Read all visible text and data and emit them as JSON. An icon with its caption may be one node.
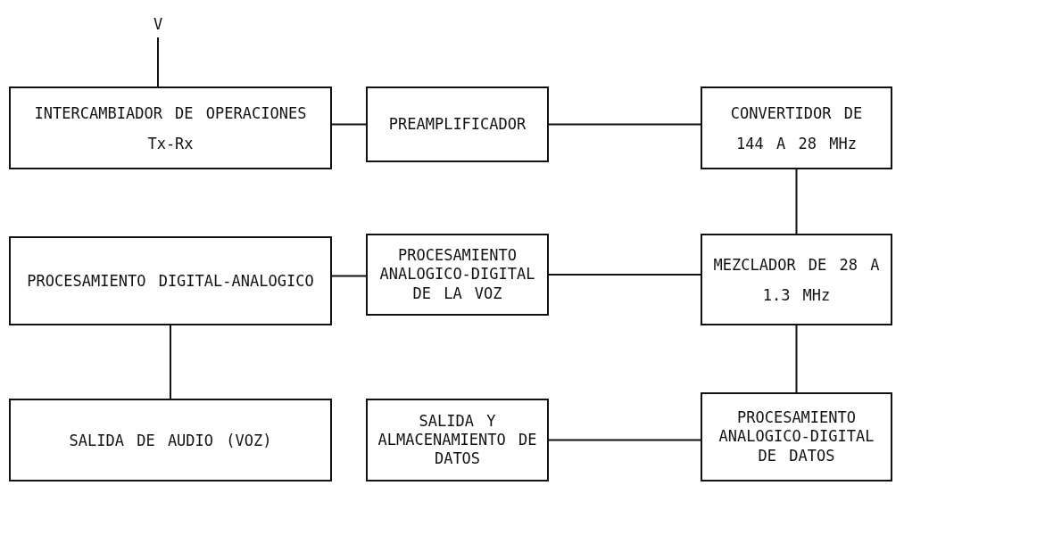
{
  "diagram": {
    "nodes": [
      {
        "text": [
          "V"
        ]
      },
      {
        "text": [
          "INTERCAMBIADOR DE OPERACIONES Tx-Rx"
        ]
      },
      {
        "text": [
          "PREAMPLIFICADOR"
        ]
      },
      {
        "text": [
          "CONVERTIDOR DE 144 A 28 MHz"
        ]
      },
      {
        "text": [
          "PROCESAMIENTO DIGITAL-ANALOGICO"
        ]
      },
      {
        "text": [
          "PROCESAMIENTO ANALOGICO-DIGITAL DE LA VOZ"
        ]
      },
      {
        "text": [
          "MEZCLADOR DE 28 A 1.3 MHz"
        ]
      },
      {
        "text": [
          "SALIDA DE AUDIO (VOZ)"
        ]
      },
      {
        "text": [
          "SALIDA Y ALMACENAMIENTO DE DATOS"
        ]
      },
      {
        "text": [
          "PROCESAMIENTO ANALOGICO-DIGITAL DE DATOS"
        ]
      }
    ],
    "edges": [
      {
        "from": 0,
        "to": 1,
        "arrow": "none"
      },
      {
        "from": 1,
        "to": 2,
        "arrow": "none"
      },
      {
        "from": 2,
        "to": 3,
        "arrow": "none"
      },
      {
        "from": 3,
        "to": 6,
        "arrow": "none"
      },
      {
        "from": 6,
        "to": 5,
        "arrow": "none"
      },
      {
        "from": 5,
        "to": 4,
        "arrow": "none"
      },
      {
        "from": 4,
        "to": 7,
        "arrow": "none"
      },
      {
        "from": 6,
        "to": 9,
        "arrow": "none"
      },
      {
        "from": 9,
        "to": 8,
        "arrow": "none"
      }
    ]
  }
}
